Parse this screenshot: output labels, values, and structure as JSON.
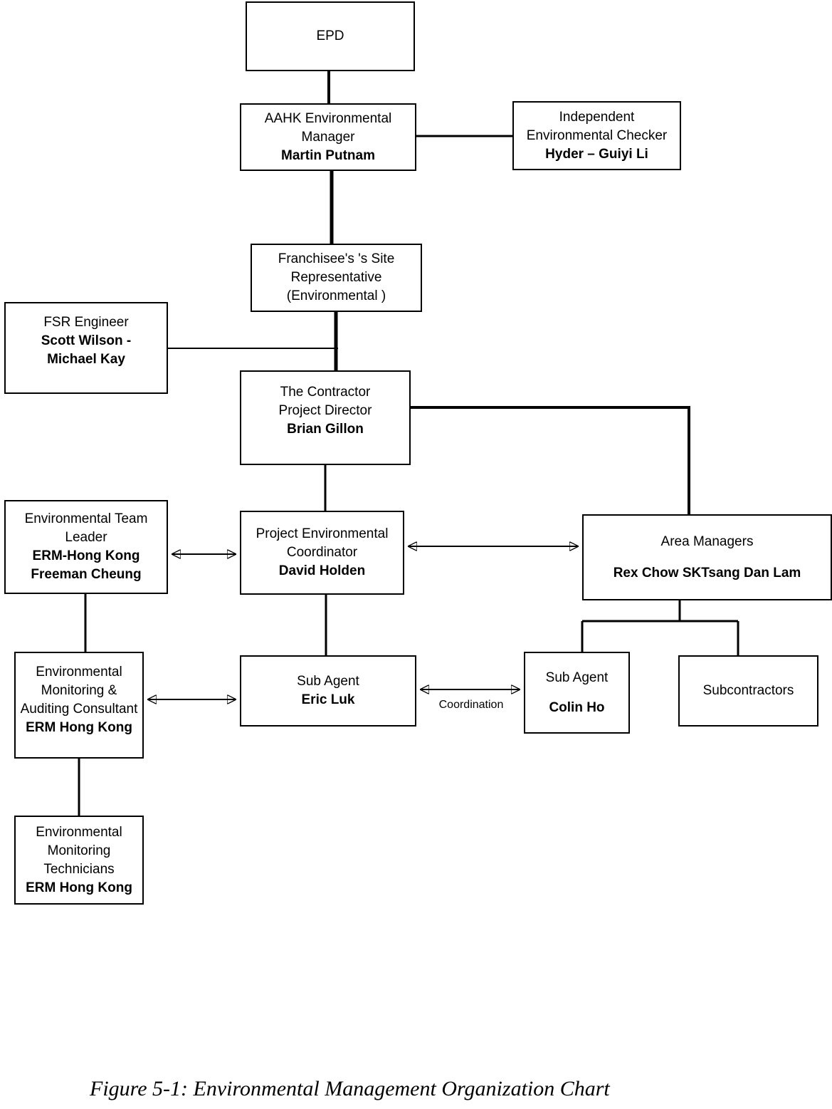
{
  "caption": "Figure 5-1: Environmental Management Organization Chart",
  "labels": {
    "coordination": "Coordination"
  },
  "boxes": {
    "epd": {
      "lines": [
        "EPD"
      ]
    },
    "aahk_manager": {
      "lines": [
        "AAHK Environmental",
        "Manager",
        "Martin Putnam"
      ]
    },
    "iec": {
      "lines": [
        "Independent",
        "Environmental Checker",
        "Hyder – Guiyi Li"
      ]
    },
    "fsr": {
      "lines": [
        "Franchisee's 's Site",
        "Representative",
        "(Environmental )"
      ]
    },
    "fsr_engineer": {
      "lines": [
        "FSR Engineer",
        "Scott Wilson -",
        "Michael Kay"
      ]
    },
    "contractor_pd": {
      "lines": [
        "The Contractor",
        "Project Director",
        "Brian Gillon"
      ]
    },
    "env_team_leader": {
      "lines": [
        "Environmental Team",
        "Leader",
        "ERM-Hong Kong",
        "Freeman Cheung"
      ]
    },
    "pec": {
      "lines": [
        "Project Environmental",
        "Coordinator",
        "David Holden"
      ]
    },
    "area_managers": {
      "lines": [
        "Area Managers",
        "Rex Chow SKTsang Dan Lam"
      ]
    },
    "emac": {
      "lines": [
        "Environmental",
        "Monitoring &",
        "Auditing Consultant",
        "ERM Hong Kong"
      ]
    },
    "sub_agent_eric": {
      "lines": [
        "Sub Agent",
        "Eric Luk"
      ]
    },
    "sub_agent_colin": {
      "lines": [
        "Sub Agent",
        "Colin Ho"
      ]
    },
    "subcontractors": {
      "lines": [
        "Subcontractors"
      ]
    },
    "emt": {
      "lines": [
        "Environmental",
        "Monitoring",
        "Technicians",
        "ERM Hong Kong"
      ]
    }
  }
}
